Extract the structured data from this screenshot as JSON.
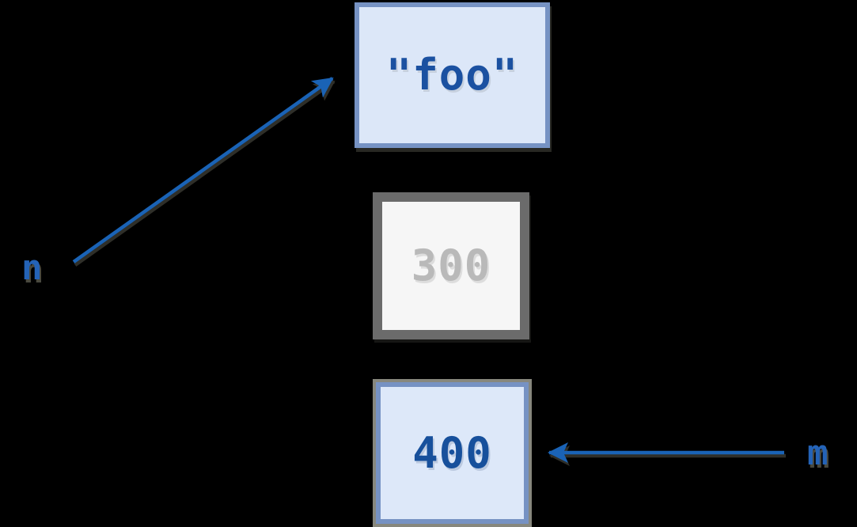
{
  "diagram": {
    "description": "variable reference diagram",
    "background_color": "#000000",
    "arrow_color": "#1a63b6",
    "boxes": [
      {
        "label": "\"foo\"",
        "type": "string-object",
        "state": "referenced",
        "fill": "#dce7f8",
        "border_color": "#7692c3",
        "text_color": "#1b51a1"
      },
      {
        "label": "300",
        "type": "integer-object",
        "state": "orphaned",
        "fill": "#f6f6f6",
        "border_color": "#6b6b6b",
        "text_color": "#b9b9b9"
      },
      {
        "label": "400",
        "type": "integer-object",
        "state": "referenced",
        "fill": "#dde8f9",
        "border_color": "#7692c3",
        "outer_border_color": "#87877d",
        "text_color": "#17509c"
      }
    ],
    "variables": [
      {
        "name": "n",
        "color": "#2463b7",
        "points_to": "\"foo\""
      },
      {
        "name": "m",
        "color": "#2463b7",
        "points_to": "400"
      }
    ]
  }
}
